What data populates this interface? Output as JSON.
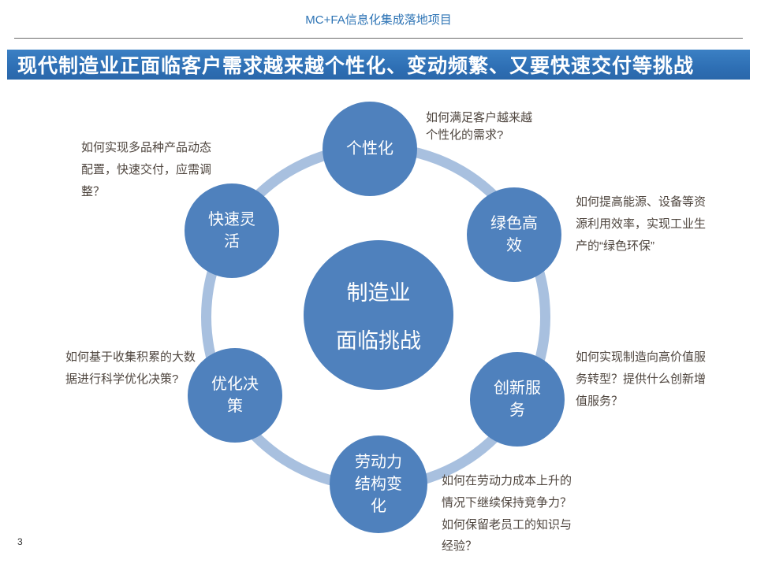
{
  "header": {
    "project_title": "MC+FA信息化集成落地项目"
  },
  "title_bar": {
    "text": "现代制造业正面临客户需求越来越个性化、变动频繁、又要快速交付等挑战"
  },
  "diagram": {
    "center": {
      "line1": "制造业",
      "line2": "面临挑战"
    },
    "nodes": [
      {
        "id": "personalization",
        "label": "个性化"
      },
      {
        "id": "green-efficiency",
        "label": "绿色高效"
      },
      {
        "id": "innovation-service",
        "label": "创新服务"
      },
      {
        "id": "labor-structure",
        "label": "劳动力结构变化"
      },
      {
        "id": "optimized-decision",
        "label": "优化决策"
      },
      {
        "id": "fast-flexible",
        "label": "快速灵活"
      }
    ],
    "annotations": [
      {
        "for": "personalization",
        "text": "如何满足客户越来越\n个性化的需求?"
      },
      {
        "for": "green-efficiency",
        "text": "如何提高能源、设备等资\n源利用效率，实现工业生\n产的“绿色环保”"
      },
      {
        "for": "innovation-service",
        "text": "如何实现制造向高价值服\n务转型？提供什么创新增\n值服务？"
      },
      {
        "for": "labor-structure",
        "text": "如何在劳动力成本上升的\n情况下继续保持竞争力？\n如何保留老员工的知识与\n经验？"
      },
      {
        "for": "optimized-decision",
        "text": "如何基于收集积累的大数\n据进行科学优化决策?"
      },
      {
        "for": "fast-flexible",
        "text": "如何实现多品种产品动态\n配置，快速交付，应需调\n整？"
      }
    ]
  },
  "footer": {
    "page_number": "3"
  },
  "colors": {
    "accent_blue": "#4F81BD",
    "ring_blue": "#A8C0DF",
    "title_bar_blue": "#2E74B5",
    "header_text_blue": "#2E74B5",
    "annotation_text": "#4F463F"
  }
}
